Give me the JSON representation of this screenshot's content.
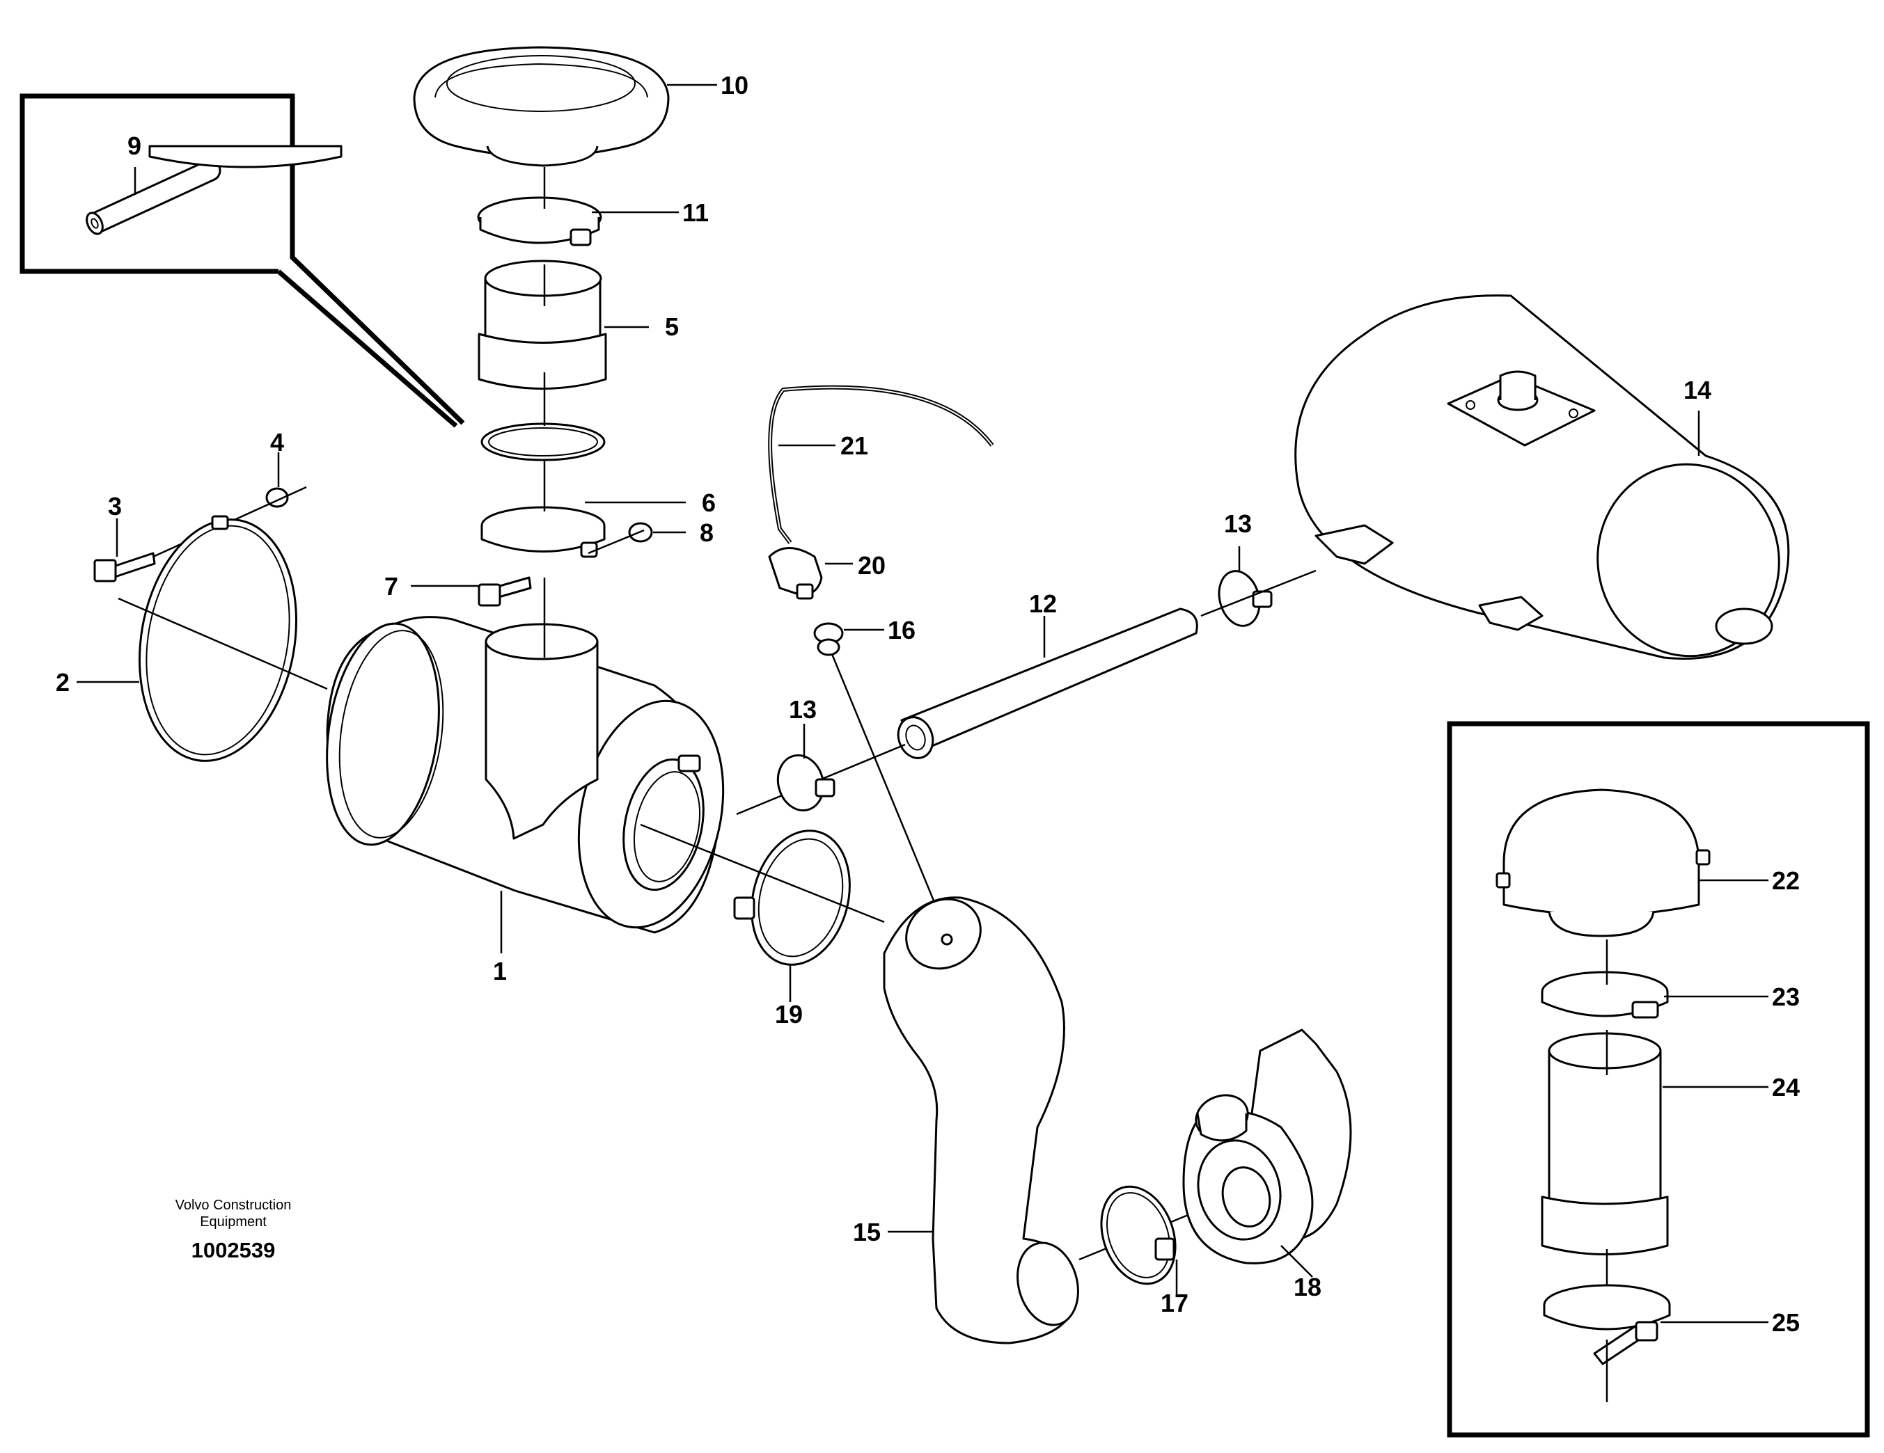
{
  "callouts": {
    "c1": "1",
    "c2": "2",
    "c3": "3",
    "c4": "4",
    "c5": "5",
    "c6": "6",
    "c7": "7",
    "c8": "8",
    "c9": "9",
    "c10": "10",
    "c11": "11",
    "c12": "12",
    "c13a": "13",
    "c13b": "13",
    "c14": "14",
    "c15": "15",
    "c16": "16",
    "c17": "17",
    "c18": "18",
    "c19": "19",
    "c20": "20",
    "c21": "21",
    "c22": "22",
    "c23": "23",
    "c24": "24",
    "c25": "25"
  },
  "caption": {
    "line1": "Volvo Construction",
    "line2": "Equipment",
    "doc_number": "1002539"
  }
}
